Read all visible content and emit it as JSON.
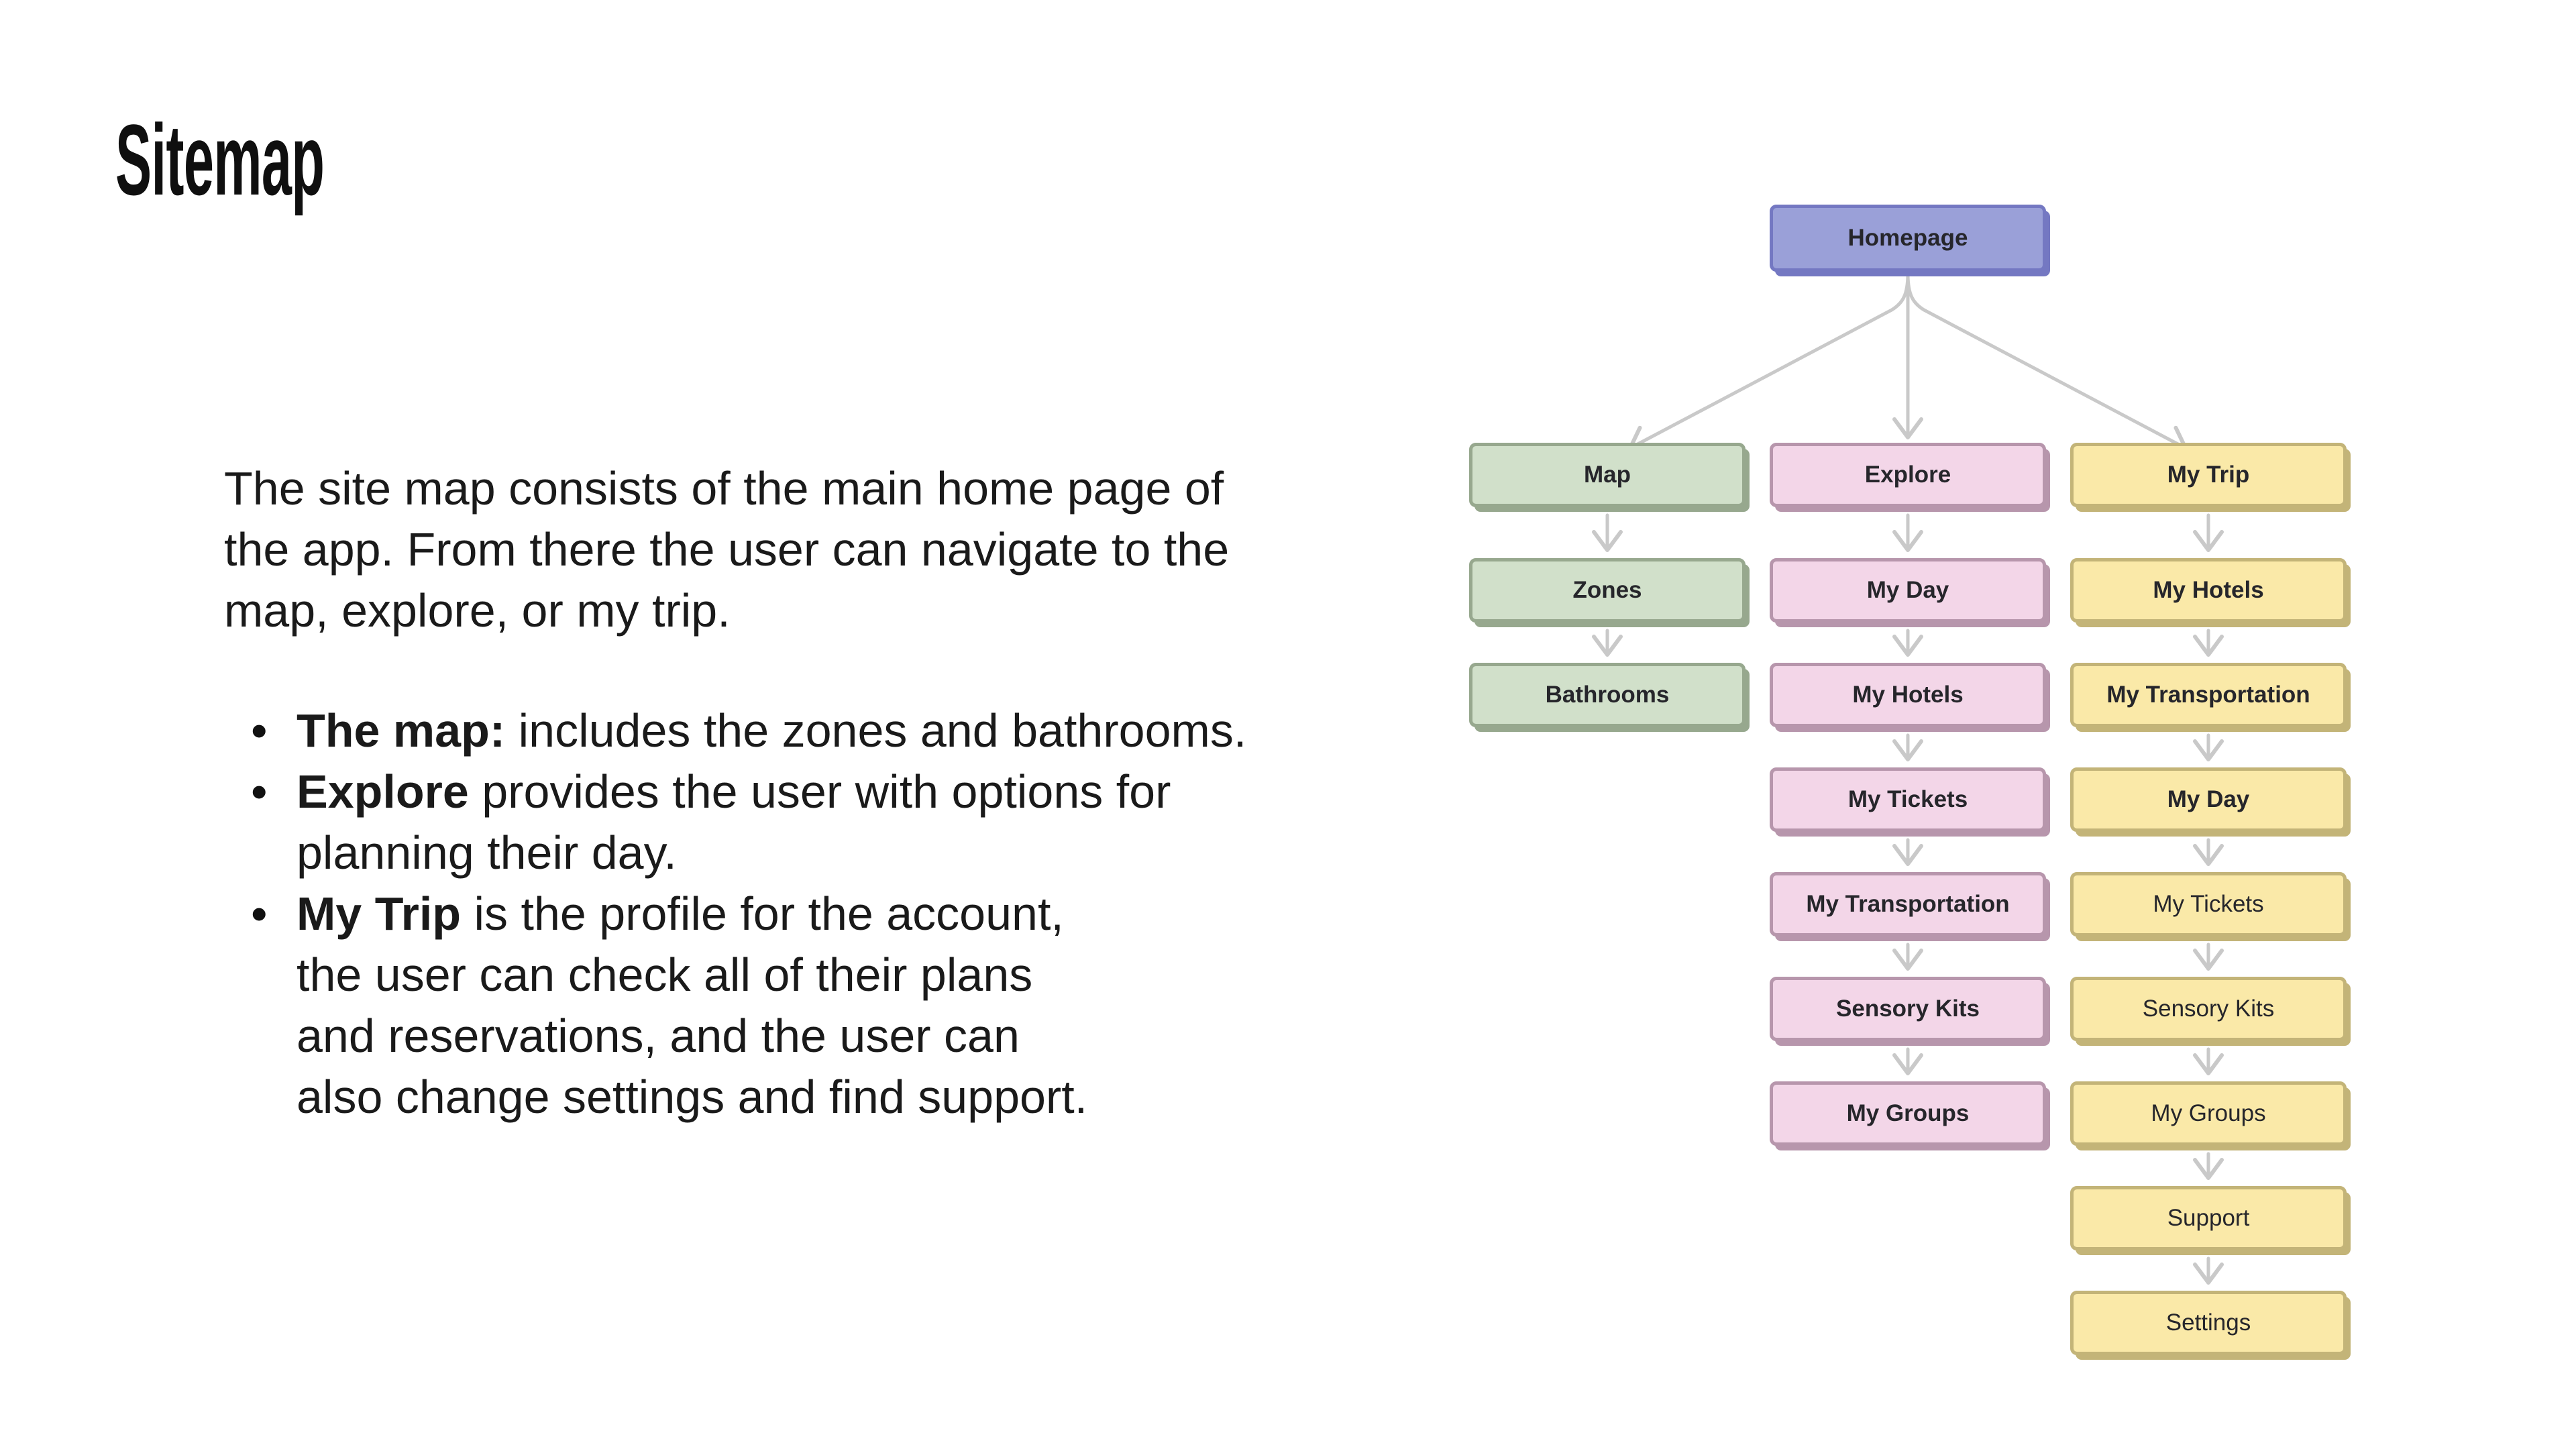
{
  "title": "Sitemap",
  "intro": "The site map consists of the main home page of\nthe app. From there the user can navigate to the\nmap, explore, or my trip.",
  "bullets": [
    {
      "lead": "The map:",
      "rest": " includes the zones and bathrooms."
    },
    {
      "lead": "Explore",
      "rest": " provides the user with options for\nplanning their day."
    },
    {
      "lead": "My Trip",
      "rest": " is the profile for the account,\nthe user can check all of their plans\nand reservations, and the user can\nalso change settings and find support."
    }
  ],
  "sitemap": {
    "root": {
      "label": "Homepage",
      "color": "purple",
      "bold": true
    },
    "columns": [
      {
        "name": "map",
        "color": "green",
        "nodes": [
          {
            "label": "Map",
            "bold": true
          },
          {
            "label": "Zones",
            "bold": true
          },
          {
            "label": "Bathrooms",
            "bold": true
          }
        ]
      },
      {
        "name": "explore",
        "color": "pink",
        "nodes": [
          {
            "label": "Explore",
            "bold": true
          },
          {
            "label": "My Day",
            "bold": true
          },
          {
            "label": "My Hotels",
            "bold": true
          },
          {
            "label": "My Tickets",
            "bold": true
          },
          {
            "label": "My Transportation",
            "bold": true
          },
          {
            "label": "Sensory Kits",
            "bold": true
          },
          {
            "label": "My Groups",
            "bold": true
          }
        ]
      },
      {
        "name": "my-trip",
        "color": "yellow",
        "nodes": [
          {
            "label": "My Trip",
            "bold": true
          },
          {
            "label": "My Hotels",
            "bold": true
          },
          {
            "label": "My Transportation",
            "bold": true
          },
          {
            "label": "My Day",
            "bold": true
          },
          {
            "label": "My Tickets",
            "bold": false
          },
          {
            "label": "Sensory Kits",
            "bold": false
          },
          {
            "label": "My Groups",
            "bold": false
          },
          {
            "label": "Support",
            "bold": false
          },
          {
            "label": "Settings",
            "bold": false
          }
        ]
      }
    ],
    "colors": {
      "purple_fill": "#9aa0d8",
      "purple_border": "#7478c2",
      "green_fill": "#d1e0ca",
      "green_border": "#97a88e",
      "pink_fill": "#f3d6e8",
      "pink_border": "#b796ac",
      "yellow_fill": "#fae9a8",
      "yellow_border": "#c3b478",
      "arrow": "#c9c9c9",
      "text": "#26262b"
    }
  }
}
